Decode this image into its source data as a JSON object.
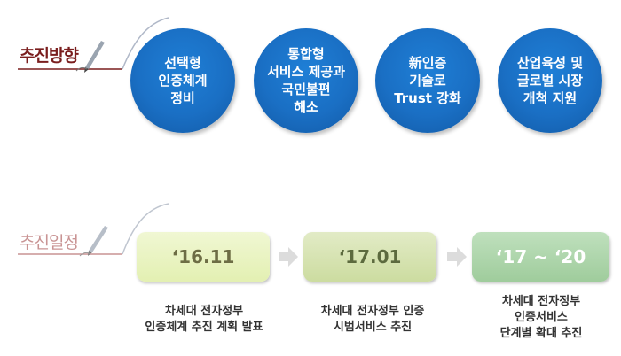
{
  "direction": {
    "title": "추진방향",
    "items": [
      "선택형\n인증체계\n정비",
      "통합형\n서비스 제공과\n국민불편\n해소",
      "新인증\n기술로\nTrust 강화",
      "산업육성 및\n글로벌 시장\n개척 지원"
    ]
  },
  "schedule": {
    "title": "추진일정",
    "stages": [
      {
        "period": "‘16.11",
        "desc": "차세대 전자정부\n인증체계 추진 계획 발표"
      },
      {
        "period": "‘17.01",
        "desc": "차세대 전자정부 인증\n시범서비스 추진"
      },
      {
        "period": "‘17 ~ ‘20",
        "desc": "차세대 전자정부\n인증서비스\n단계별  확대 추진"
      }
    ]
  },
  "colors": {
    "circle": "#1a6fc4",
    "direction_title": "#7a1e1e",
    "schedule_title": "#c99494"
  }
}
